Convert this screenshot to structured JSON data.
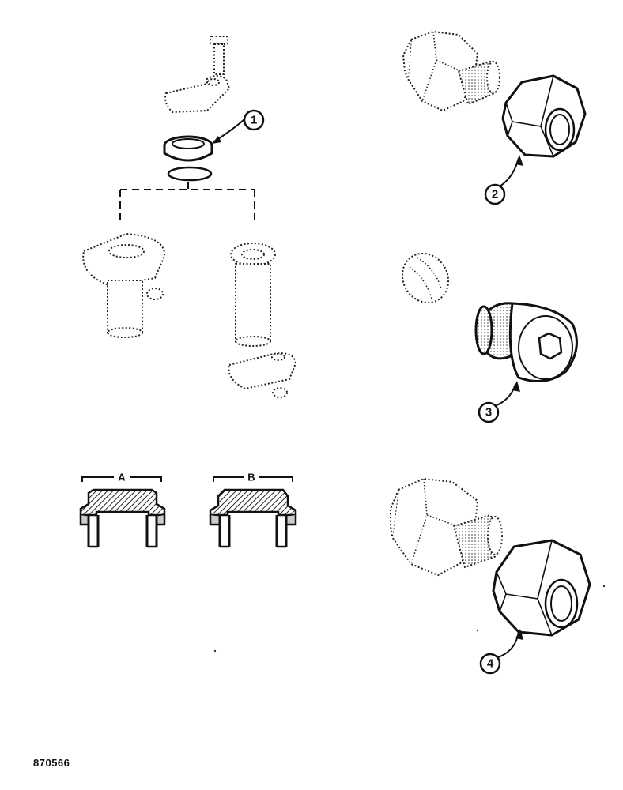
{
  "figure": {
    "reference_code": "870566",
    "callouts": [
      {
        "id": "callout-1",
        "label": "1"
      },
      {
        "id": "callout-2",
        "label": "2"
      },
      {
        "id": "callout-3",
        "label": "3"
      },
      {
        "id": "callout-4",
        "label": "4"
      }
    ],
    "section_labels": {
      "a": "A",
      "b": "B"
    }
  }
}
